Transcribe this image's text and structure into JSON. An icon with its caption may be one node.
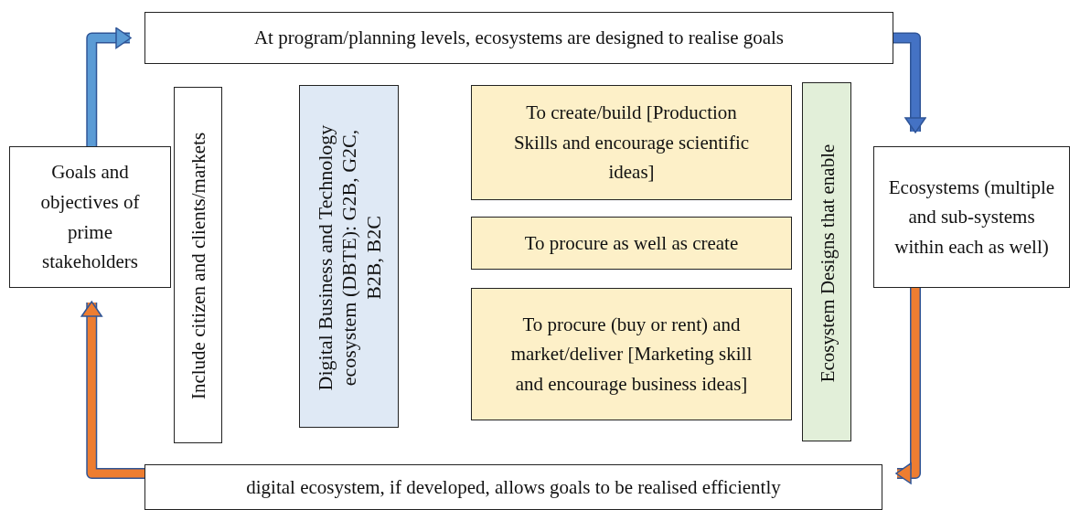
{
  "diagram": {
    "nodes": [
      {
        "text": [
          "Goals and objectives of prime stakeholders"
        ]
      },
      {
        "text": [
          "At program/planning levels, ecosystems are designed to realise goals"
        ]
      },
      {
        "text": [
          "Ecosystems (multiple and sub-systems within each as well)"
        ]
      },
      {
        "text": [
          "digital ecosystem, if developed, allows goals to be realised efficiently"
        ]
      },
      {
        "text": [
          "Include citizen and clients/markets"
        ]
      },
      {
        "text": [
          "Digital Business and Technology ecosystem (DBTE): G2B, G2C, B2B, B2C"
        ]
      },
      {
        "text": [
          "To create/build [Production Skills and encourage scientific ideas]"
        ]
      },
      {
        "text": [
          "To procure as well as create"
        ]
      },
      {
        "text": [
          "To procure (buy or rent) and market/deliver [Marketing skill and encourage business ideas]"
        ]
      },
      {
        "text": [
          "Ecosystem Designs that enable"
        ]
      }
    ],
    "edges": [
      {
        "from": 0,
        "to": 1,
        "arrow": "to",
        "color": "#5b9bd5"
      },
      {
        "from": 1,
        "to": 2,
        "arrow": "to",
        "color": "#4472c4"
      },
      {
        "from": 2,
        "to": 3,
        "arrow": "to",
        "color": "#ed7d31"
      },
      {
        "from": 3,
        "to": 0,
        "arrow": "to",
        "color": "#ed7d31"
      }
    ]
  }
}
